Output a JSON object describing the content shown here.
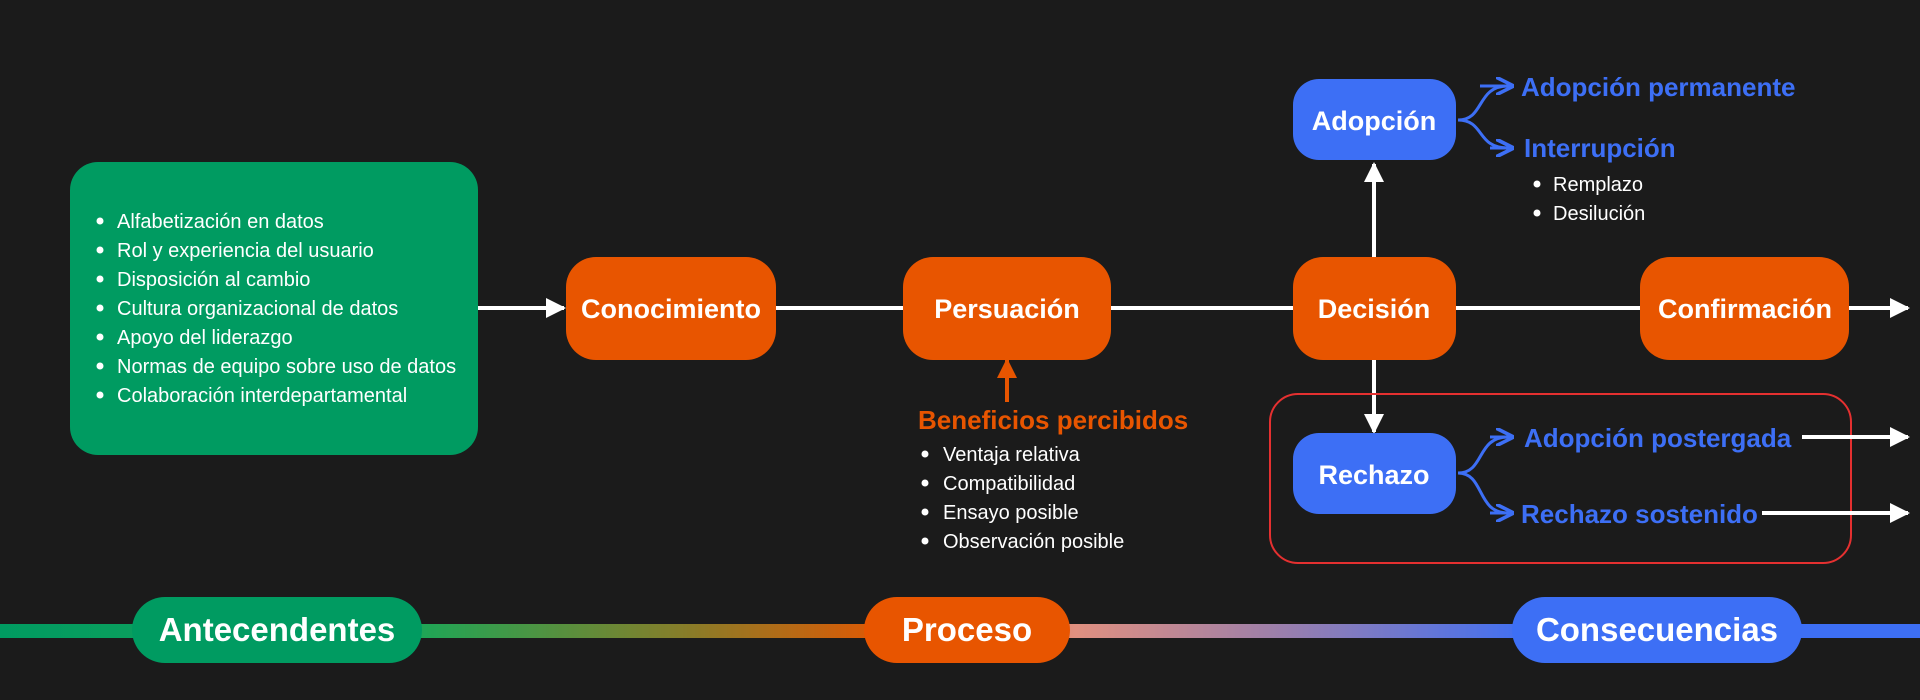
{
  "colors": {
    "background": "#1b1b1b",
    "green": "#009b61",
    "orange": "#e85500",
    "blue": "#3d6ff5",
    "red_outline": "#e53030",
    "white": "#ffffff"
  },
  "antecedents_box": {
    "items": [
      "Alfabetización en datos",
      "Rol y experiencia del usuario",
      "Disposición al cambio",
      "Cultura organizacional de datos",
      "Apoyo del liderazgo",
      "Normas de equipo sobre uso de datos",
      "Colaboración interdepartamental"
    ]
  },
  "process_nodes": {
    "conocimiento": "Conocimiento",
    "persuacion": "Persuación",
    "decision": "Decisión",
    "confirmacion": "Confirmación"
  },
  "benefits": {
    "title": "Beneficios percibidos",
    "items": [
      "Ventaja relativa",
      "Compatibilidad",
      "Ensayo posible",
      "Observación posible"
    ]
  },
  "adoption": {
    "label": "Adopción",
    "permanent": "Adopción permanente",
    "interruption": "Interrupción",
    "interruption_items": [
      "Remplazo",
      "Desilución"
    ]
  },
  "rejection": {
    "label": "Rechazo",
    "postponed": "Adopción postergada",
    "sustained": "Rechazo sostenido"
  },
  "phases": {
    "antecedents": "Antecendentes",
    "process": "Proceso",
    "consequences": "Consecuencias"
  }
}
